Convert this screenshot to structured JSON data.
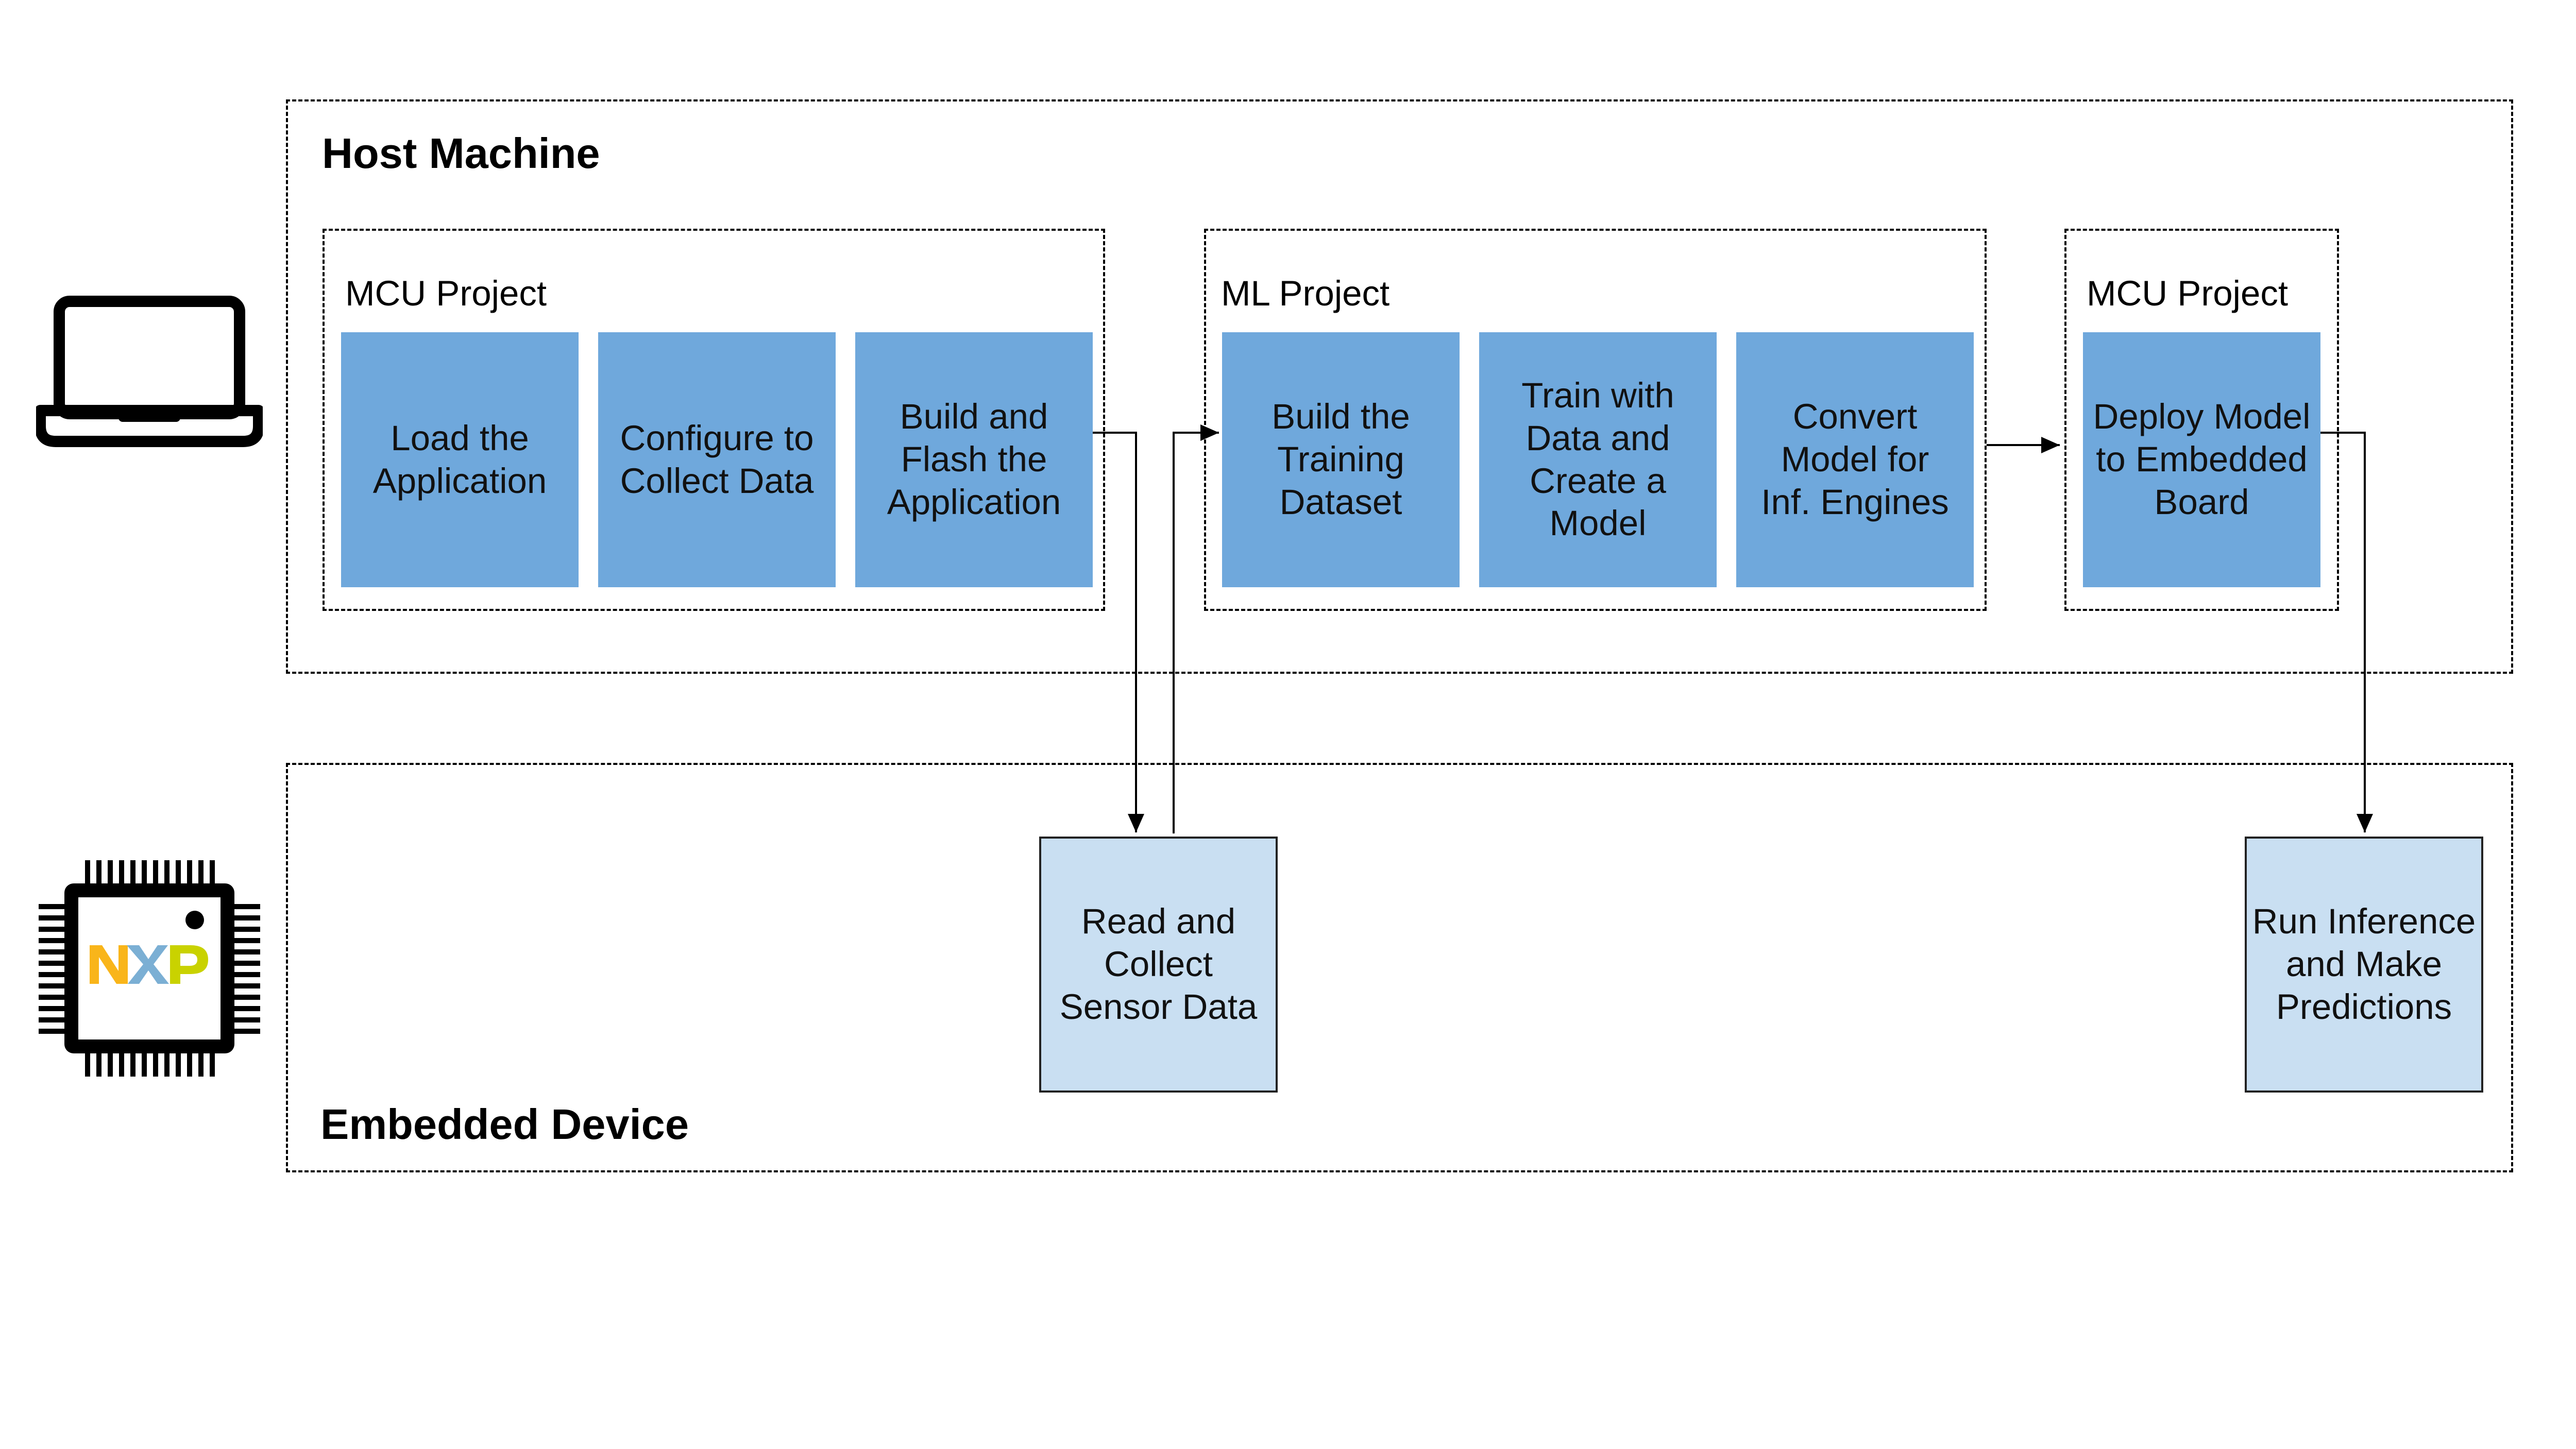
{
  "host": {
    "title": "Host Machine",
    "groups": [
      {
        "title": "MCU Project",
        "steps": [
          "Load the\nApplication",
          "Configure to\nCollect Data",
          "Build and\nFlash the\nApplication"
        ]
      },
      {
        "title": "ML Project",
        "steps": [
          "Build the\nTraining\nDataset",
          "Train with\nData and\nCreate a\nModel",
          "Convert\nModel for\nInf. Engines"
        ]
      },
      {
        "title": "MCU Project",
        "steps": [
          "Deploy Model\nto Embedded\nBoard"
        ]
      }
    ]
  },
  "device": {
    "title": "Embedded Device",
    "steps": [
      "Read and\nCollect\nSensor Data",
      "Run Inference\nand Make\nPredictions"
    ]
  },
  "icons": {
    "host": "laptop-icon",
    "device": "nxp-chip-icon"
  },
  "colors": {
    "step_fill": "#6fa8dc",
    "device_step_fill": "#c9dff2",
    "nxp_orange": "#f9b51a",
    "nxp_blue": "#7bafd4",
    "nxp_green": "#c9d200"
  }
}
